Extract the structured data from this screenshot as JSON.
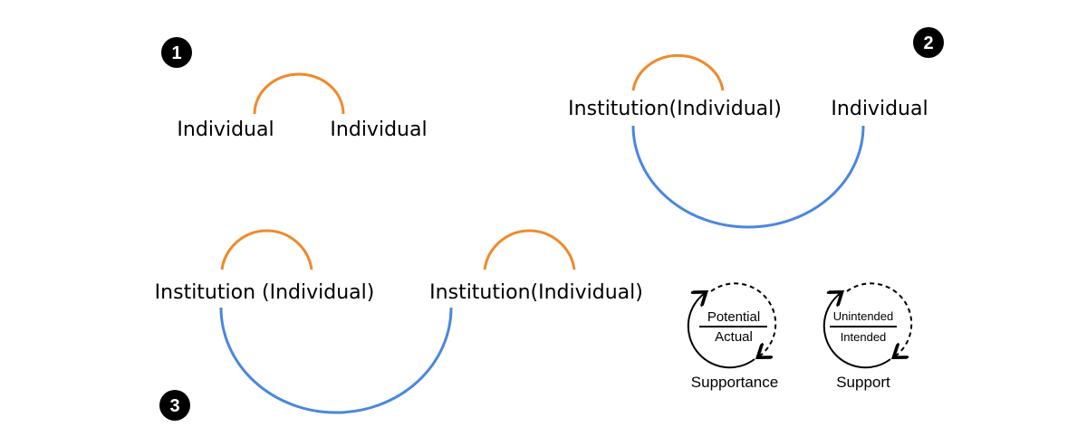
{
  "colors": {
    "orange": "#f0892a",
    "blue": "#4a86e0",
    "badge": "#000000"
  },
  "panels": [
    {
      "number": "1",
      "labels": [
        "Individual",
        "Individual"
      ]
    },
    {
      "number": "2",
      "labels": [
        "Institution(Individual)",
        "Individual"
      ]
    },
    {
      "number": "3",
      "labels": [
        "Institution (Individual)",
        "Institution(Individual)"
      ]
    }
  ],
  "legend": [
    {
      "top": "Potential",
      "bottom": "Actual",
      "caption": "Supportance"
    },
    {
      "top": "Unintended",
      "bottom": "Intended",
      "caption": "Support"
    }
  ]
}
